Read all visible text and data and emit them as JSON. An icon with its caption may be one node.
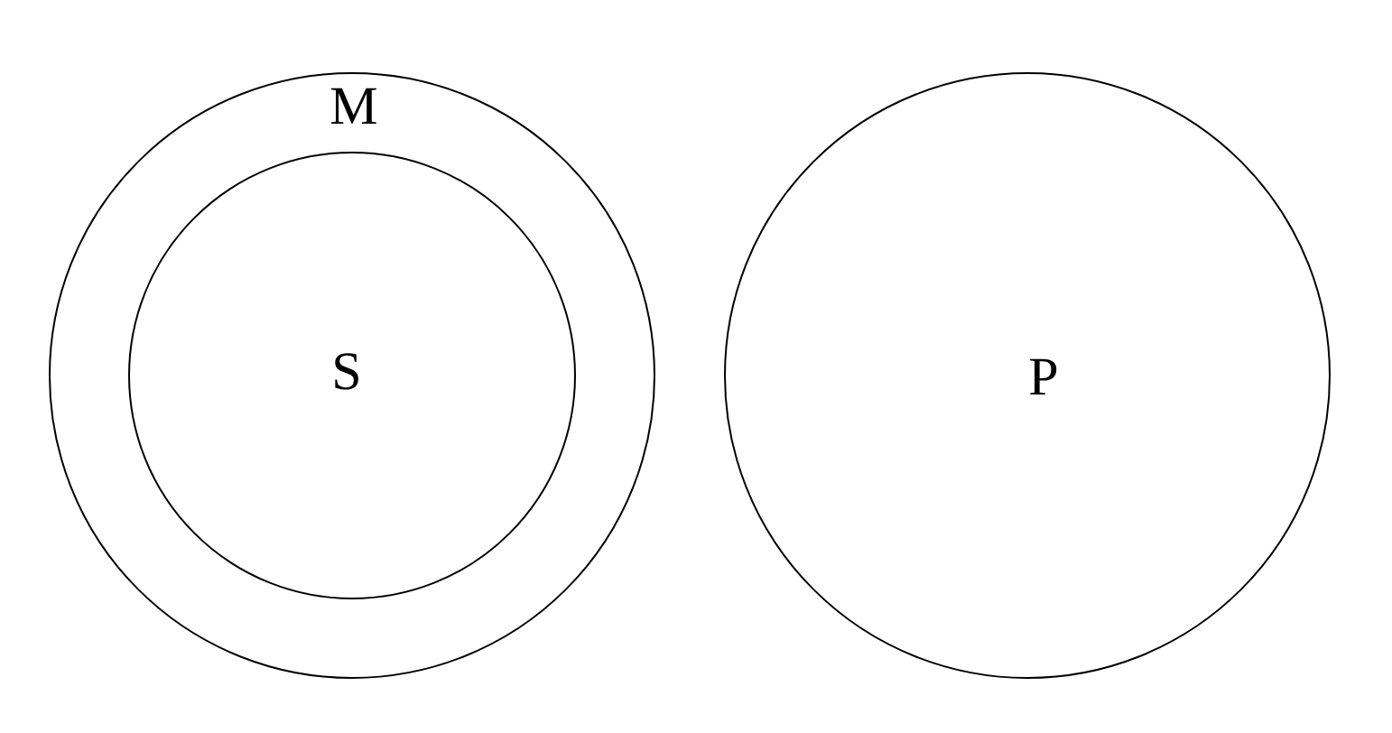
{
  "diagram": {
    "nodes": [
      {
        "text": [
          "M"
        ]
      },
      {
        "text": [
          "S"
        ],
        "in": 0
      },
      {
        "text": [
          "P"
        ]
      }
    ]
  }
}
